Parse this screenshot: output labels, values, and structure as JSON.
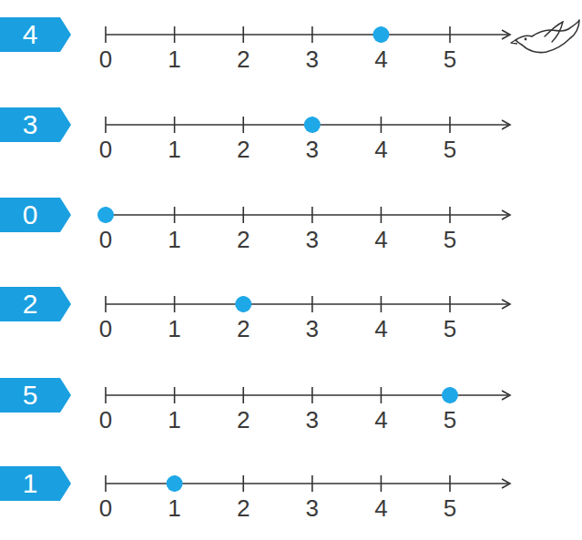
{
  "diagram": {
    "nodes": [
      {
        "text": [
          "4"
        ]
      },
      {
        "text": [
          "3"
        ]
      },
      {
        "text": [
          "0"
        ]
      },
      {
        "text": [
          "2"
        ]
      },
      {
        "text": [
          "5"
        ]
      },
      {
        "text": [
          "1"
        ]
      }
    ],
    "labels": [
      "0",
      "1",
      "2",
      "3",
      "4",
      "5",
      "0",
      "1",
      "2",
      "3",
      "4",
      "5",
      "0",
      "1",
      "2",
      "3",
      "4",
      "5",
      "0",
      "1",
      "2",
      "3",
      "4",
      "5",
      "0",
      "1",
      "2",
      "3",
      "4",
      "5",
      "0",
      "1",
      "2",
      "3",
      "4",
      "5"
    ]
  }
}
